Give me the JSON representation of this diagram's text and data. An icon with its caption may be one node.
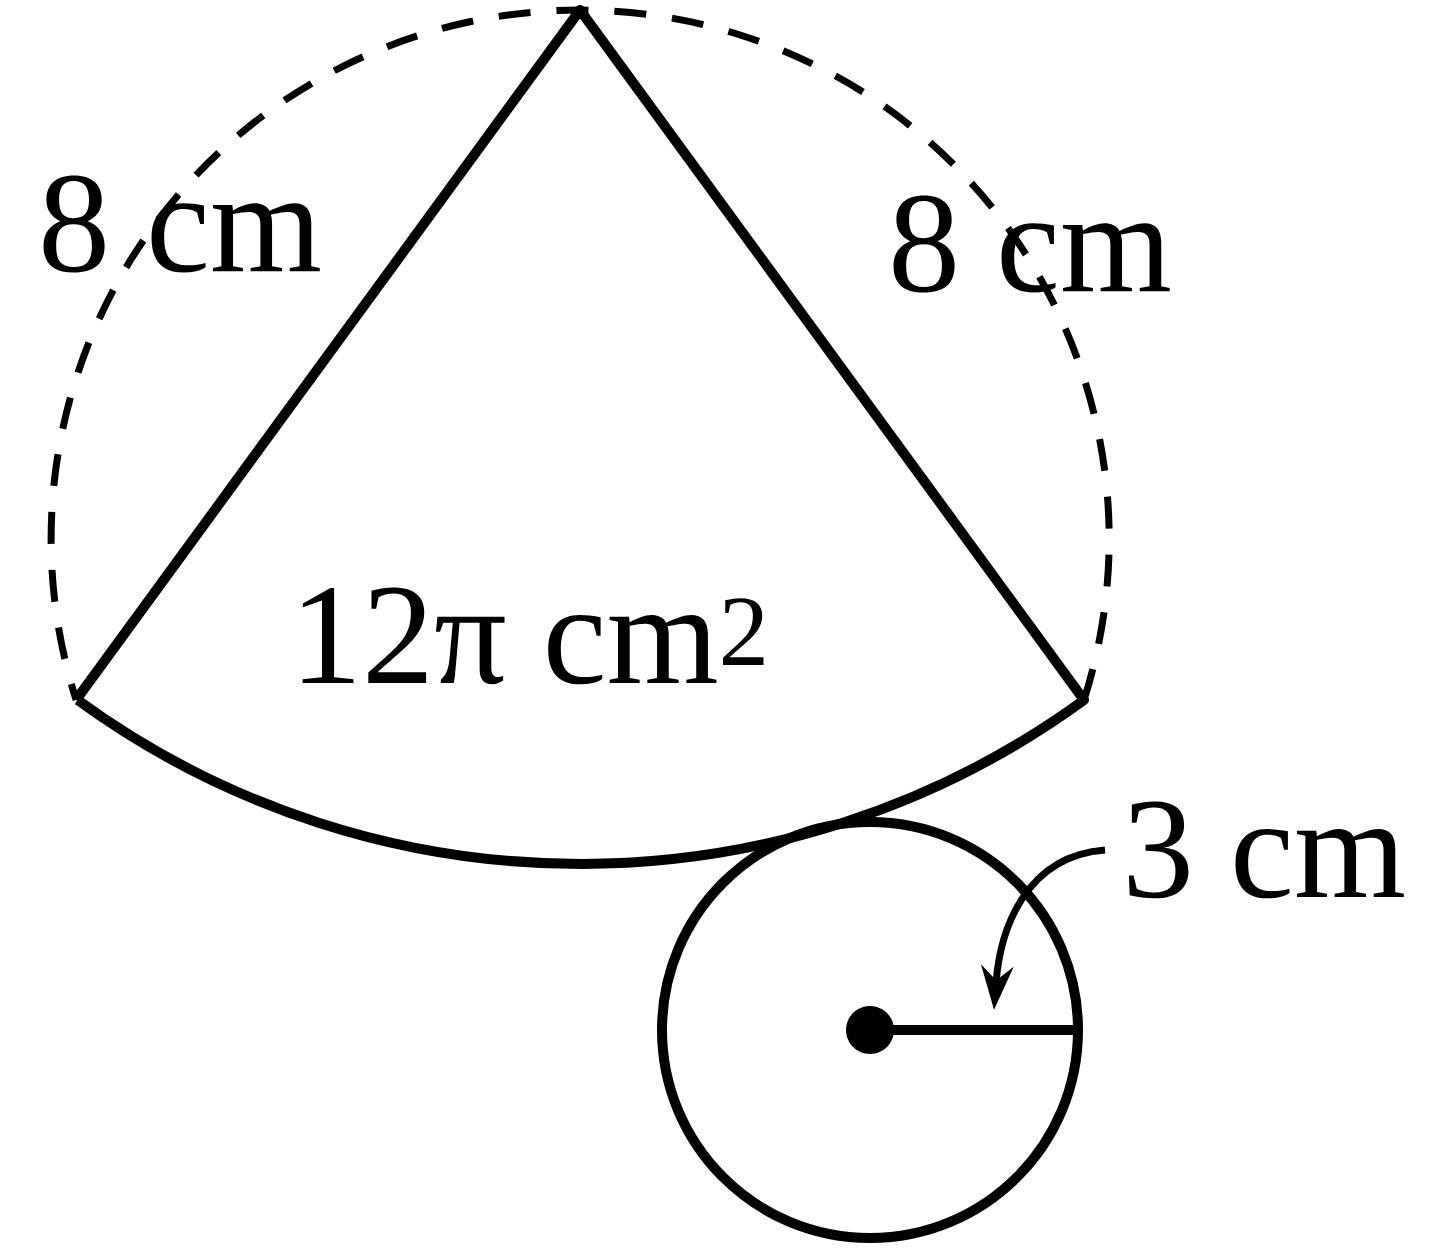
{
  "diagram": {
    "nodes": [
      {
        "text": [
          "12π cm$^{2}$"
        ]
      },
      {
        "text": [],
        "shape": "circle"
      },
      {
        "text": [
          "3 cm"
        ]
      }
    ],
    "edges": [
      {
        "from": 2,
        "to": 1,
        "arrow": "to"
      }
    ],
    "labels": [
      "8 cm",
      "8 cm"
    ]
  }
}
